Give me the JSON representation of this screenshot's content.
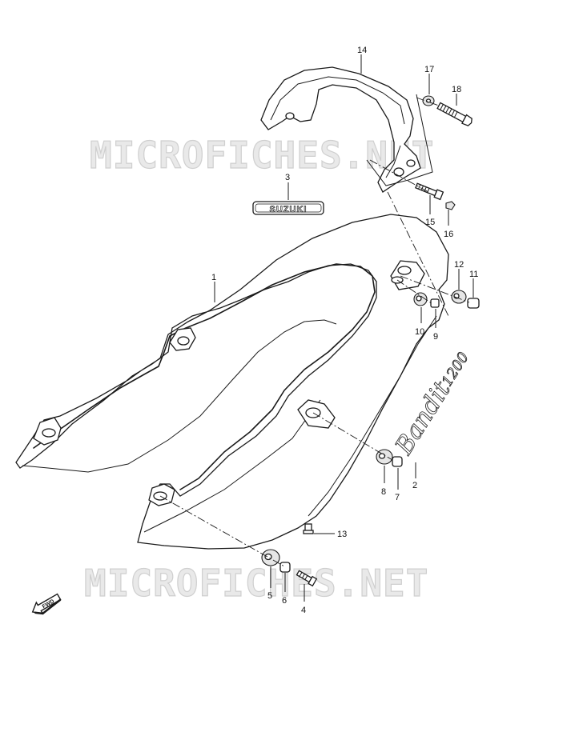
{
  "watermark": {
    "top": "MICROFICHES.NET",
    "bottom": "MICROFICHES.NET"
  },
  "emblem": {
    "text": "SUZUKI"
  },
  "decal": {
    "model": "Bandit",
    "displacement": "1200"
  },
  "fwd_arrow": {
    "text": "FWD"
  },
  "callouts": {
    "c1": "1",
    "c2": "2",
    "c3": "3",
    "c4": "4",
    "c5": "5",
    "c6": "6",
    "c7": "7",
    "c8": "8",
    "c9": "9",
    "c10": "10",
    "c11": "11",
    "c12": "12",
    "c13": "13",
    "c14": "14",
    "c15": "15",
    "c16": "16",
    "c17": "17",
    "c18": "18"
  }
}
